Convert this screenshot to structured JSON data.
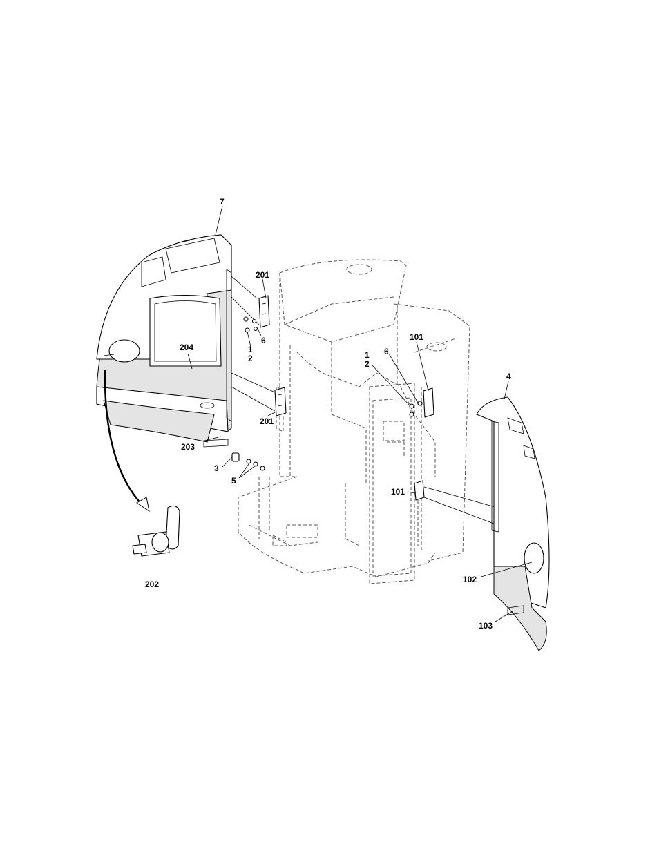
{
  "figure": {
    "callouts": {
      "c7": "7",
      "c201a": "201",
      "c201b": "201",
      "c6a": "6",
      "c1a": "1",
      "c2a": "2",
      "c204": "204",
      "c203": "203",
      "c3": "3",
      "c5": "5",
      "c202": "202",
      "c1b": "1",
      "c2b": "2",
      "c6b": "6",
      "c101a": "101",
      "c101b": "101",
      "c4": "4",
      "c102": "102",
      "c103": "103"
    }
  }
}
